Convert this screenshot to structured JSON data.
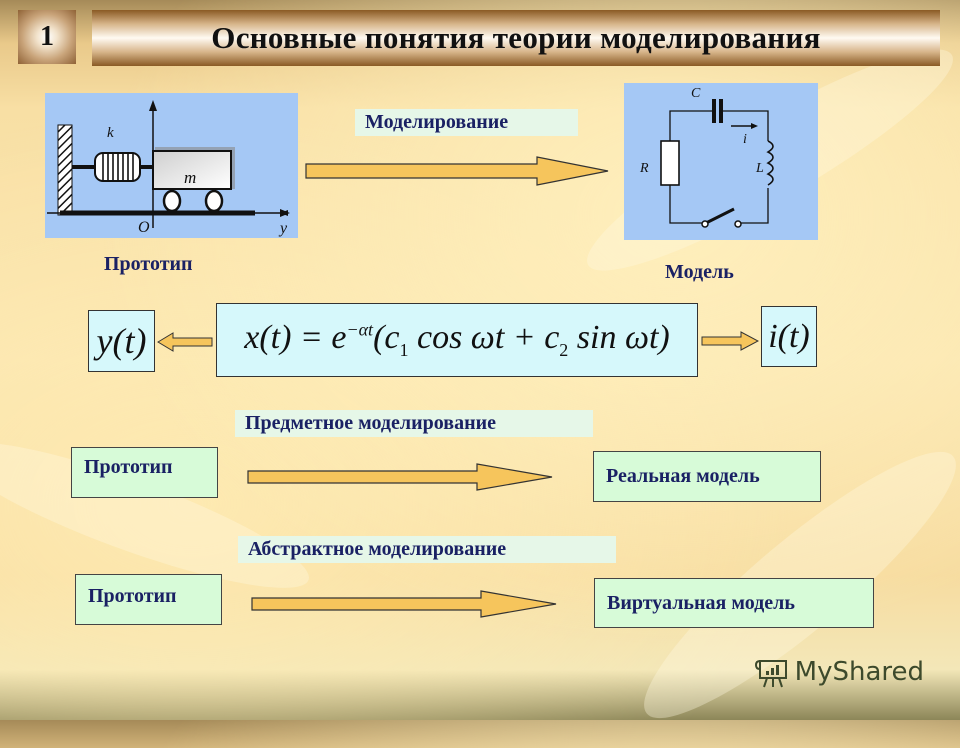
{
  "slide": {
    "number": "1",
    "title": "Основные понятия теории моделирования"
  },
  "top_section": {
    "prototype_label": "Прототип",
    "model_label": "Модель",
    "arrow_label": "Моделирование",
    "prototype_figure": {
      "spring_label": "k",
      "mass_label": "m",
      "origin_label": "O",
      "axis_label": "y"
    },
    "model_figure": {
      "capacitor_label": "C",
      "current_label": "i",
      "resistor_label": "R",
      "inductor_label": "L"
    }
  },
  "equation_row": {
    "left_symbol": "y(t)",
    "equation": "x(t) = e^(−αt)(c₁ cos ωt + c₂ sin ωt)",
    "equation_lhs": "x(t) = e",
    "equation_exp": "−αt",
    "equation_rhs_1": "(c",
    "equation_sub_1": "1",
    "equation_rhs_2": " cos ωt + c",
    "equation_sub_2": "2",
    "equation_rhs_3": " sin ωt)",
    "right_symbol": "i(t)"
  },
  "subject_modeling": {
    "label": "Предметное моделирование",
    "from": "Прототип",
    "to": "Реальная модель"
  },
  "abstract_modeling": {
    "label": "Абстрактное моделирование",
    "from": "Прототип",
    "to": "Виртуальная модель"
  },
  "watermark": {
    "text": "MyShared",
    "icon": "presentation-board-icon"
  },
  "colors": {
    "label_text": "#1a2164",
    "panel_blue": "#a5c8f5",
    "box_green": "#d7fbd8",
    "box_cyan": "#d6f8fb",
    "arrow_fill": "#f6c55c"
  }
}
